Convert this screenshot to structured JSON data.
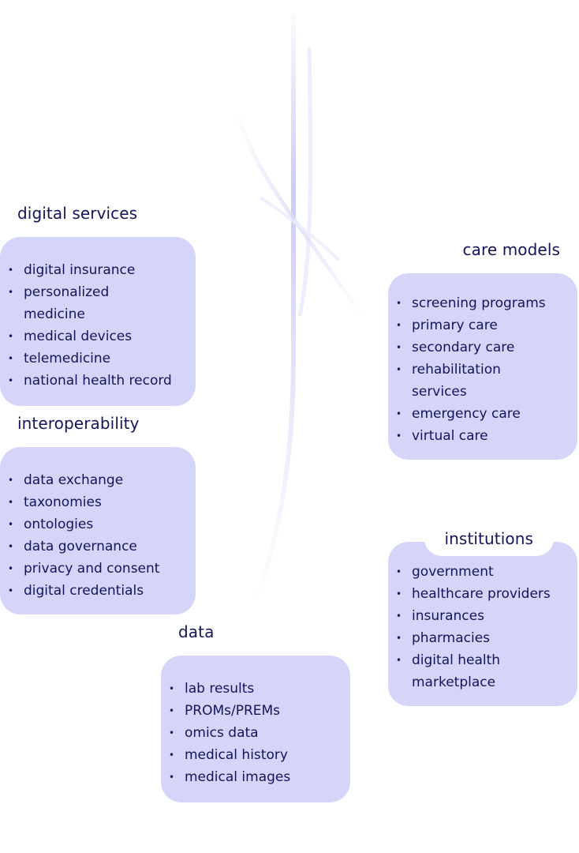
{
  "cards": {
    "digital_services": {
      "title": "digital services",
      "items": [
        "digital insurance",
        "personalized medicine",
        "medical devices",
        "telemedicine",
        "national health record"
      ]
    },
    "interoperability": {
      "title": "interoperability",
      "items": [
        "data exchange",
        "taxonomies",
        "ontologies",
        "data governance",
        "privacy and consent",
        "digital credentials"
      ]
    },
    "data": {
      "title": "data",
      "items": [
        "lab results",
        "PROMs/PREMs",
        "omics data",
        "medical history",
        "medical images"
      ]
    },
    "care_models": {
      "title": "care models",
      "items": [
        "screening programs",
        "primary care",
        "secondary care",
        "rehabilitation services",
        "emergency care",
        "virtual care"
      ]
    },
    "institutions": {
      "title": "institutions",
      "items": [
        "government",
        "healthcare providers",
        "insurances",
        "pharmacies",
        "digital health marketplace"
      ]
    }
  },
  "colors": {
    "card_fill": "#d5d5fa",
    "text": "#14135b",
    "line": "#c8c8f4"
  }
}
